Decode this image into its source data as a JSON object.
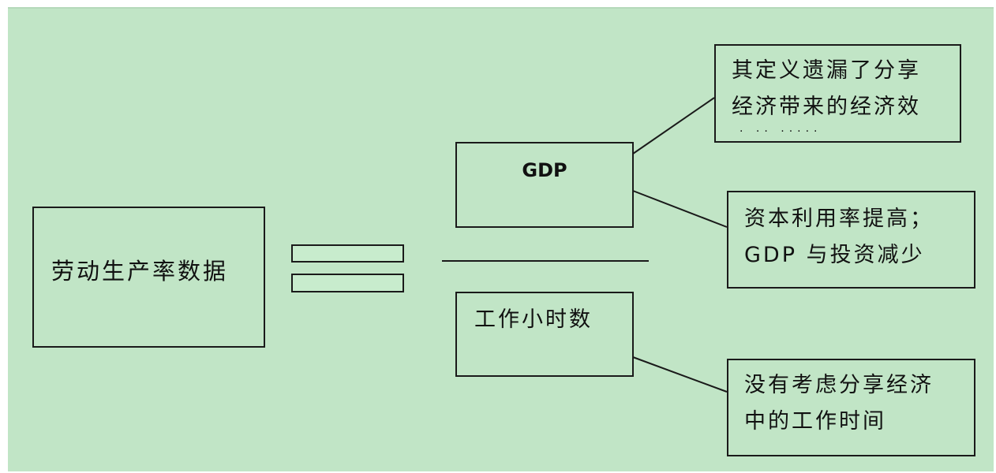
{
  "left_box": {
    "label": "劳动生产率数据"
  },
  "equals_sign": "=",
  "numerator": {
    "label": "GDP"
  },
  "denominator": {
    "label": "工作小时数"
  },
  "notes": [
    {
      "lines": [
        "其定义遗漏了分享",
        "经济带来的经济效",
        "· ·· ·····"
      ]
    },
    {
      "lines": [
        "资本利用率提高；",
        "GDP 与投资减少"
      ]
    },
    {
      "lines": [
        "没有考虑分享经济",
        "中的工作时间"
      ]
    }
  ],
  "colors": {
    "background": "#c1e5c6",
    "stroke": "#1a1a1a"
  }
}
